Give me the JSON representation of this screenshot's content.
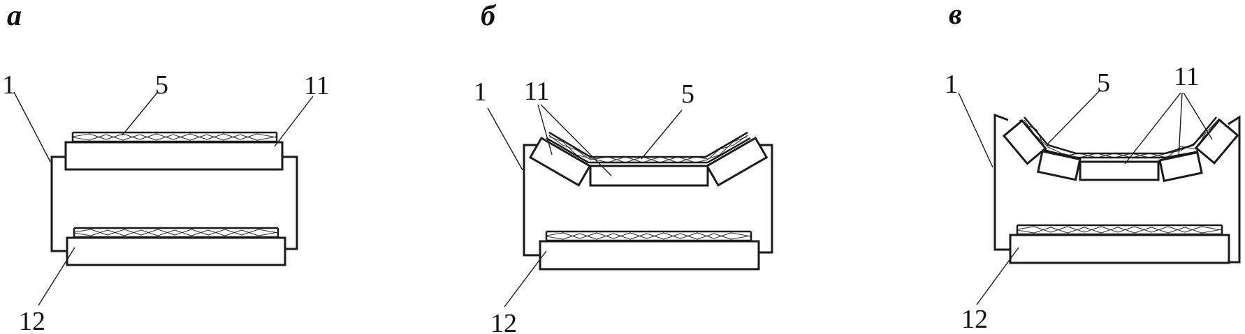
{
  "panels": [
    {
      "letter": "а",
      "labels": {
        "frame": "1",
        "belt": "5",
        "upper_rollers": "11",
        "lower_roller": "12"
      }
    },
    {
      "letter": "б",
      "labels": {
        "frame": "1",
        "belt": "5",
        "upper_rollers": "11",
        "lower_roller": "12"
      }
    },
    {
      "letter": "в",
      "labels": {
        "frame": "1",
        "belt": "5",
        "upper_rollers": "11",
        "lower_roller": "12"
      }
    }
  ]
}
